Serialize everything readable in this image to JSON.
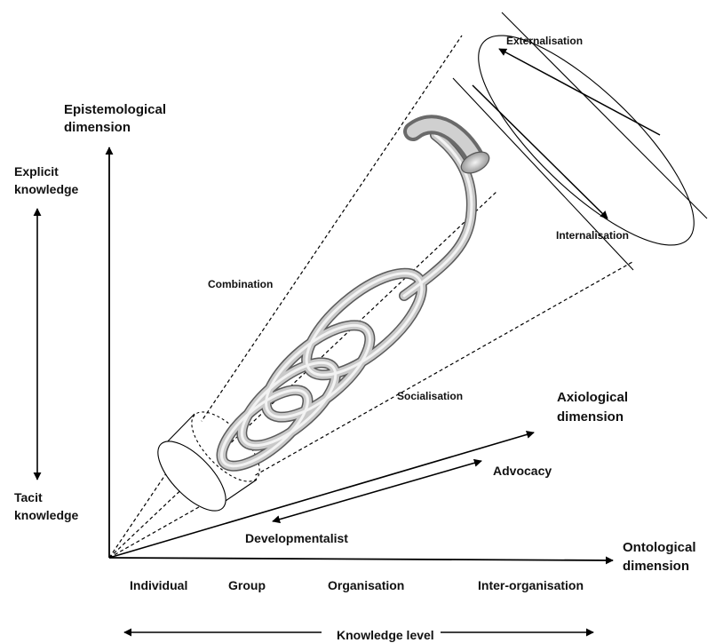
{
  "axes": {
    "vertical": {
      "title_line1": "Epistemological",
      "title_line2": "dimension"
    },
    "horizontal": {
      "title_line1": "Ontological",
      "title_line2": "dimension"
    },
    "diagonal": {
      "title_line1": "Axiological",
      "title_line2": "dimension"
    }
  },
  "epistemological_scale": {
    "top_line1": "Explicit",
    "top_line2": "knowledge",
    "bottom_line1": "Tacit",
    "bottom_line2": "knowledge"
  },
  "ontological_levels": [
    "Individual",
    "Group",
    "Organisation",
    "Inter-organisation"
  ],
  "knowledge_level_label": "Knowledge level",
  "axiological_labels": {
    "advocacy": "Advocacy",
    "developmentalist": "Developmentalist"
  },
  "seci_modes": {
    "externalisation": "Externalisation",
    "internalisation": "Internalisation",
    "combination": "Combination",
    "socialisation": "Socialisation"
  }
}
